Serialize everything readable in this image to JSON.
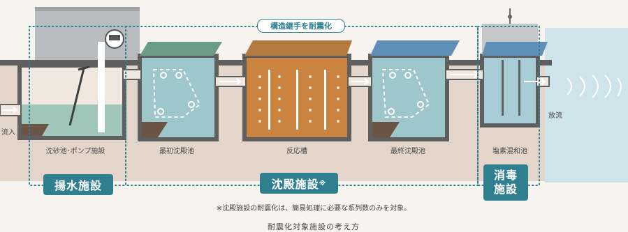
{
  "top_label": "構造継手を耐震化",
  "labels": {
    "inflow": "流入",
    "discharge": "放流",
    "grit_pump": "沈砂池･ポンプ施設",
    "primary": "最初沈殿池",
    "reaction": "反応槽",
    "final": "最終沈殿池",
    "chlorine": "塩素混和池"
  },
  "facilities": {
    "pumping": "揚水施設",
    "sedimentation": "沈殿施設",
    "sedimentation_mark": "※",
    "disinfection_line1": "消毒",
    "disinfection_line2": "施設"
  },
  "footnote": "※沈殿施設の耐震化は、簡易処理に必要な系列数のみを対象。",
  "caption": "耐震化対象施設の考え方",
  "colors": {
    "accent": "#2f7f8e",
    "ground": "#e2d2c6",
    "concrete": "#6d6d6d",
    "water": "#a9cdd6",
    "sludge": "#8a6a52",
    "reaction": "#c9833f",
    "river": "#cfe3ea"
  }
}
